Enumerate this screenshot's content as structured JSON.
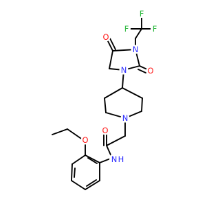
{
  "molecule": {
    "atoms": {
      "F1": {
        "symbol": "F",
        "color": "#33bb44"
      },
      "F2": {
        "symbol": "F",
        "color": "#33bb44"
      },
      "F3": {
        "symbol": "F",
        "color": "#33bb44"
      },
      "O_top": {
        "symbol": "O",
        "color": "#ff1a1a"
      },
      "O_right": {
        "symbol": "O",
        "color": "#ff1a1a"
      },
      "O_amide": {
        "symbol": "O",
        "color": "#ff1a1a"
      },
      "O_ether": {
        "symbol": "O",
        "color": "#ff1a1a"
      },
      "N_imid3": {
        "symbol": "N",
        "color": "#2a2aff"
      },
      "N_imid1": {
        "symbol": "N",
        "color": "#2a2aff"
      },
      "N_pip": {
        "symbol": "N",
        "color": "#2a2aff"
      },
      "N_amide": {
        "symbol": "N",
        "color": "#2a2aff"
      },
      "H_amide": {
        "symbol": "H",
        "color": "#2a2aff"
      }
    }
  }
}
